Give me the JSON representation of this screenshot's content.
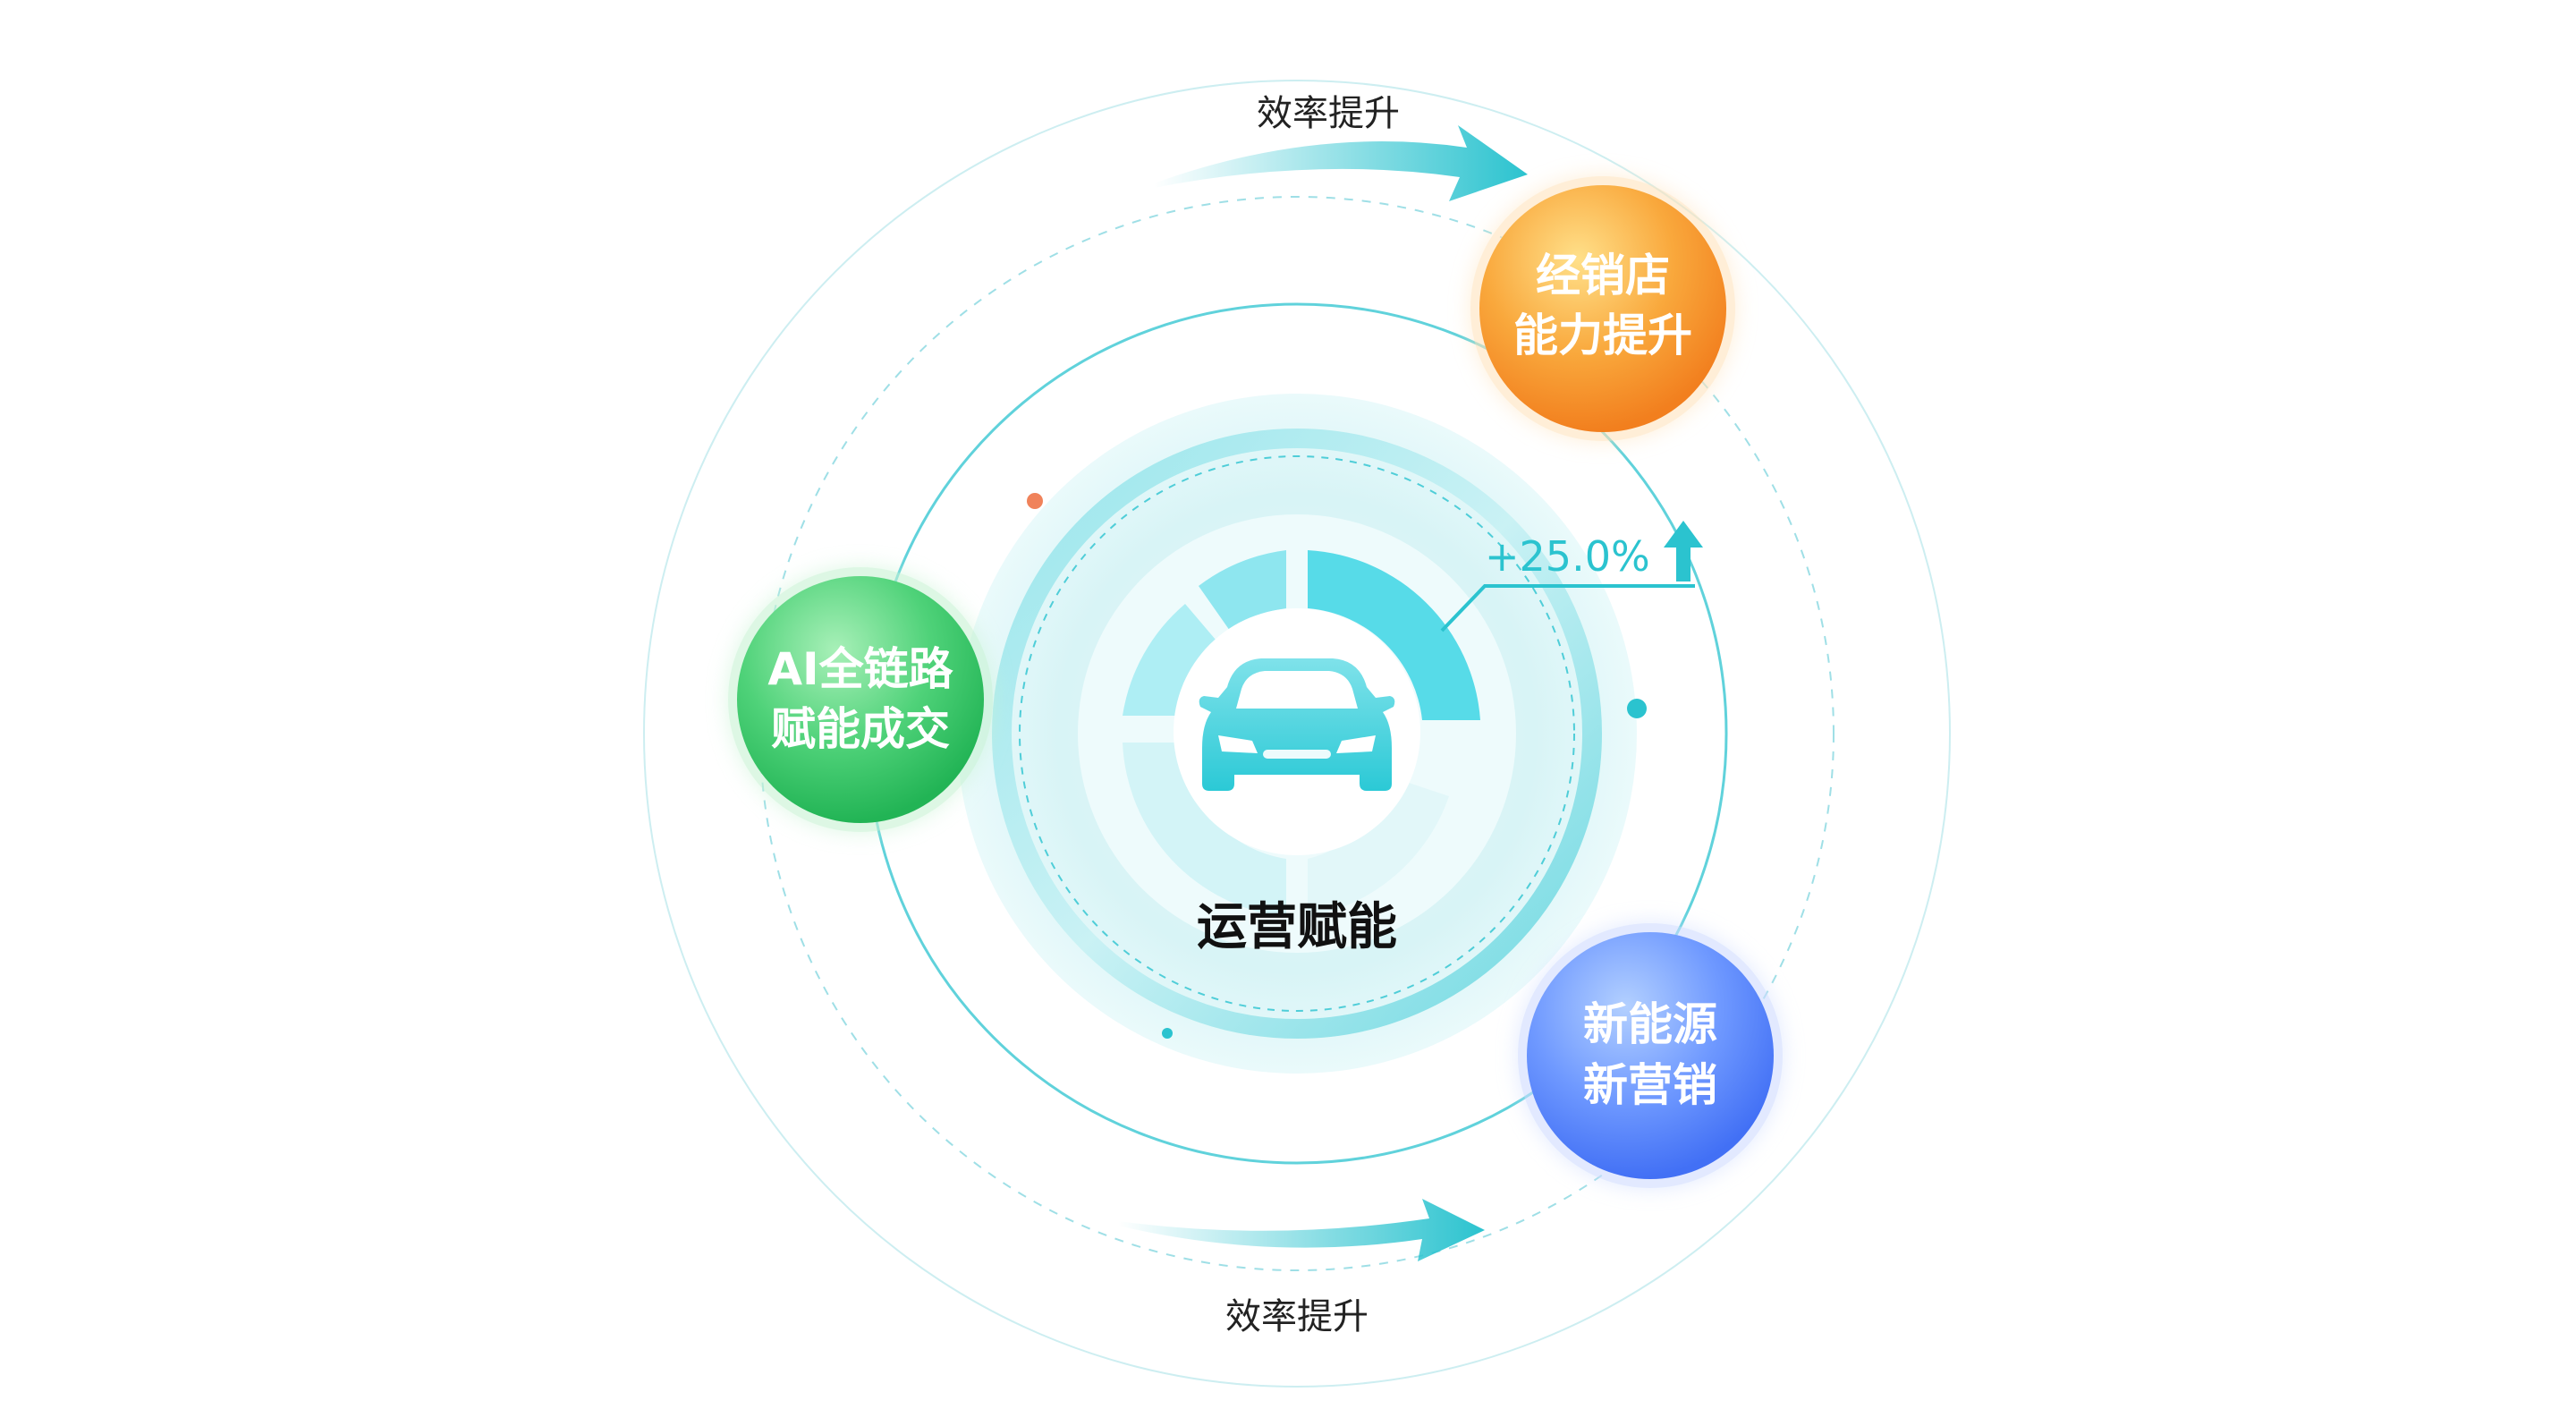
{
  "diagram": {
    "center_label": "运营赋能",
    "growth_badge": "+25.0%",
    "top_arrow_label": "效率提升",
    "bottom_arrow_label": "效率提升",
    "nodes": {
      "dealer": {
        "line1": "经销店",
        "line2": "能力提升"
      },
      "ai": {
        "line1": "AI全链路",
        "line2": "赋能成交"
      },
      "nev": {
        "line1": "新能源",
        "line2": "新营销"
      }
    },
    "colors": {
      "teal": "#2bc3cf",
      "dealer": "#f4962b",
      "ai": "#3fc96a",
      "nev": "#5b8cff",
      "dot_orange": "#f0825a"
    }
  }
}
